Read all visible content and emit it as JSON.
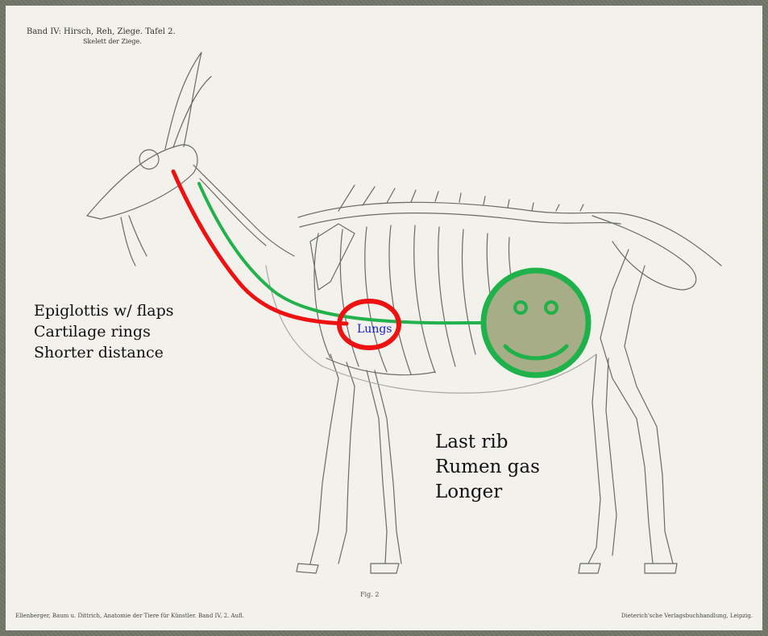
{
  "plate": {
    "header": "Band IV: Hirsch, Reh, Ziege. Tafel 2.",
    "subtitle": "Skelett der Ziege.",
    "figure_label": "Fig. 2",
    "footer_left": "Ellenberger, Baum u. Dittrich, Anatomie der Tiere für Künstler. Band IV, 2. Aufl.",
    "footer_right": "Dieterich'sche Verlagsbuchhandlung, Leipzig."
  },
  "annotations": {
    "left_notes": [
      "Epiglottis w/ flaps",
      "Cartilage rings",
      "Shorter distance"
    ],
    "right_notes": [
      "Last rib",
      "Rumen gas",
      "Longer"
    ],
    "lungs_label": "Lungs"
  },
  "colors": {
    "red_path": "#ee1111",
    "green_path": "#22b14c",
    "smiley_fill": "#a7ad86",
    "smiley_stroke": "#1fb24a",
    "lungs_text": "#1018e0"
  }
}
